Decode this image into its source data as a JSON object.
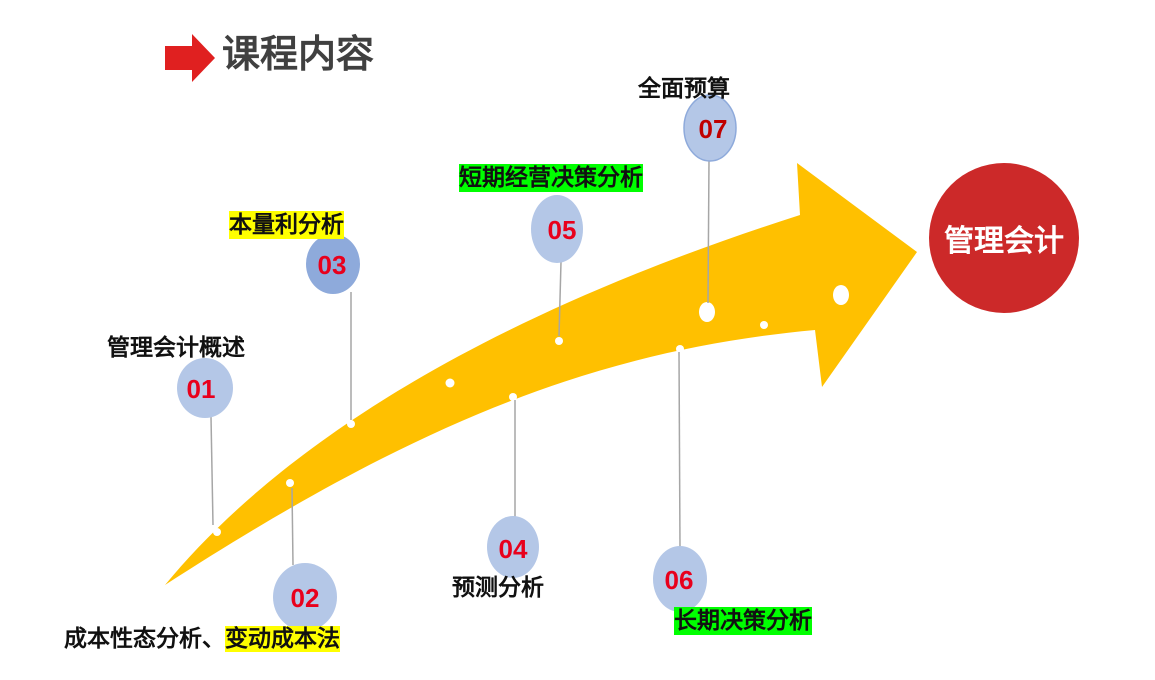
{
  "header": {
    "title": "课程内容"
  },
  "center": {
    "label": "管理会计"
  },
  "milestones": [
    {
      "number": "01",
      "label": "管理会计概述",
      "highlight": "none"
    },
    {
      "number": "02",
      "label_plain": "成本性态分析、",
      "label_highlight": "变动成本法",
      "highlight": "yellow"
    },
    {
      "number": "03",
      "label": "本量利分析",
      "highlight": "yellow"
    },
    {
      "number": "04",
      "label": "预测分析",
      "highlight": "none"
    },
    {
      "number": "05",
      "label": "短期经营决策分析",
      "highlight": "green"
    },
    {
      "number": "06",
      "label": "长期决策分析",
      "highlight": "green"
    },
    {
      "number": "07",
      "label": "全面预算",
      "highlight": "none"
    }
  ],
  "colors": {
    "arrow": "#ffc000",
    "header_arrow": "#e02020",
    "center_circle": "#cc2929",
    "number_text": "#e8001c",
    "bubble": "#b4c7e7",
    "bubble_dark": "#8eaadb",
    "highlight_yellow": "#ffff00",
    "highlight_green": "#00ff00"
  }
}
